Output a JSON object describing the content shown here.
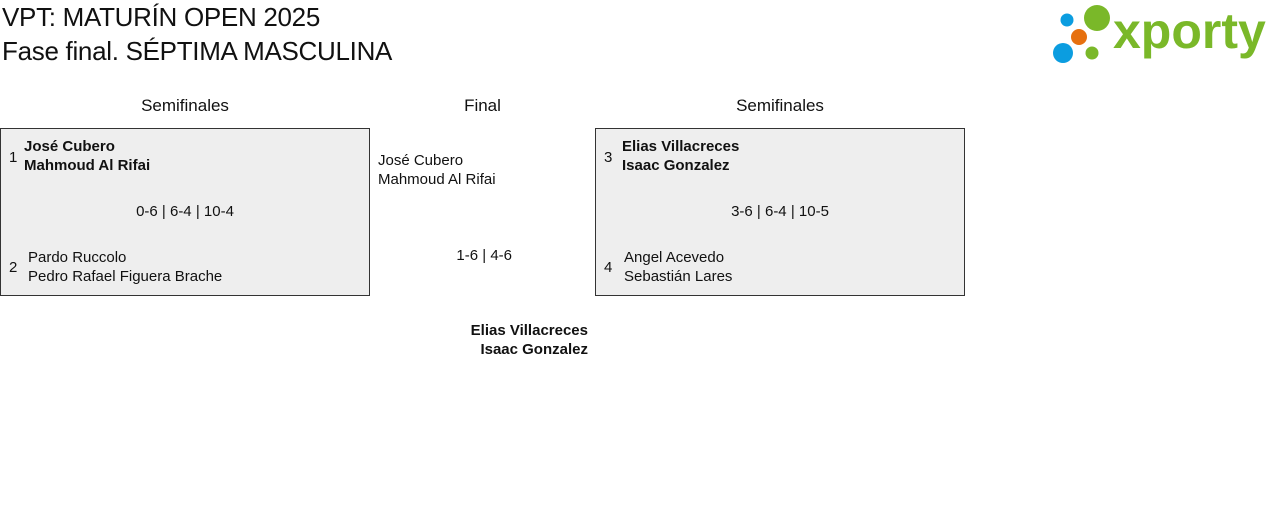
{
  "header": {
    "line1": "VPT: MATURÍN OPEN 2025",
    "line2": "Fase final. SÉPTIMA MASCULINA"
  },
  "logo": {
    "text": "xporty",
    "colors": {
      "green": "#7ab829",
      "blue": "#0b9de0",
      "orange": "#e6700f"
    }
  },
  "columns": {
    "left": "Semifinales",
    "center": "Final",
    "right": "Semifinales"
  },
  "semis": [
    {
      "top": {
        "seed": "1",
        "p1": "José Cubero",
        "p2": "Mahmoud Al Rifai"
      },
      "score": "0-6 | 6-4 | 10-4",
      "bottom": {
        "seed": "2",
        "p1": "Pardo Ruccolo",
        "p2": "Pedro Rafael Figuera Brache"
      }
    },
    {
      "top": {
        "seed": "3",
        "p1": "Elias Villacreces",
        "p2": "Isaac Gonzalez"
      },
      "score": "3-6 | 6-4 | 10-5",
      "bottom": {
        "seed": "4",
        "p1": "Angel Acevedo",
        "p2": "Sebastián Lares"
      }
    }
  ],
  "final": {
    "team1": {
      "p1": "José Cubero",
      "p2": "Mahmoud Al Rifai"
    },
    "score": "1-6 | 4-6",
    "team2": {
      "p1": "Elias Villacreces",
      "p2": "Isaac Gonzalez"
    }
  }
}
